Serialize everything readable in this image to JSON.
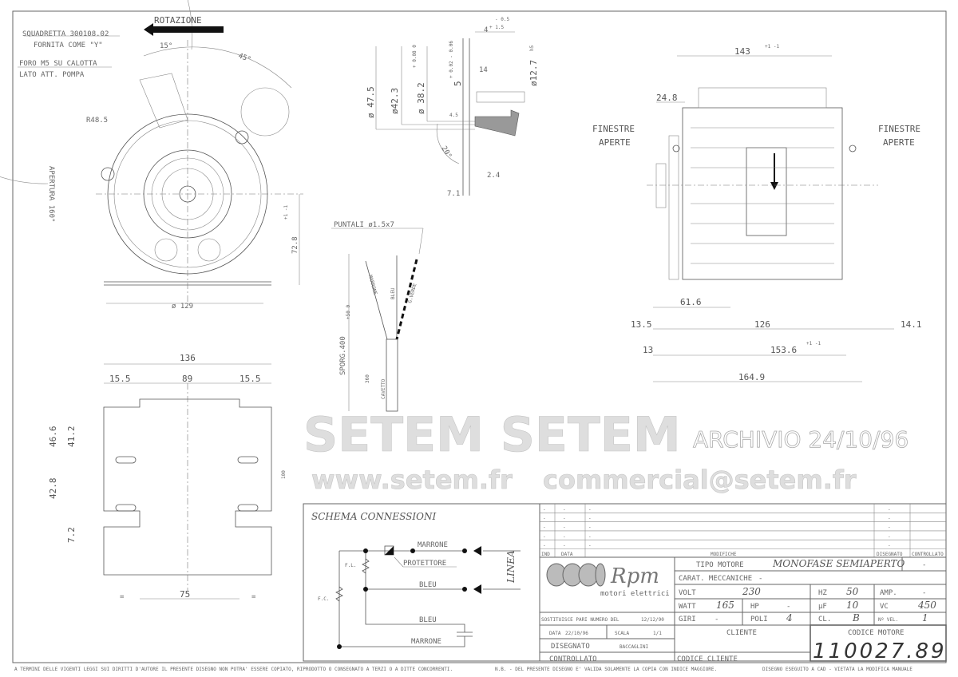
{
  "front_view": {
    "rotation": "ROTAZIONE",
    "bracket_line1": "SQUADRETTA 300108.02",
    "bracket_line2": "FORNITA COME \"Y\"",
    "hole_line1": "FORO M5 SU CALOTTA",
    "hole_line2": "LATO ATT. POMPA",
    "angle_15": "15°",
    "angle_45": "45°",
    "radius": "R48.5",
    "opening": "APERTURA 160°",
    "height": "72.8",
    "height_tol": "+1 -1",
    "diameter": "ø 129"
  },
  "section_view": {
    "tol_top": "- 0.5",
    "dim_4": "4",
    "tol_4": "+ 1.5",
    "d47": "ø 47.5",
    "d42": "ø42.3",
    "d38": "ø 38.2",
    "d38_tol": "+ 0.08  0",
    "d5": "5",
    "d5_tol": "+ 0.02  - 0.06",
    "d14": "14",
    "d12": "ø12.7",
    "d12_tol": "h5",
    "d45": "4.5",
    "angle": "20°",
    "d24": "2.4",
    "d71": "7.1"
  },
  "leads": {
    "tips": "PUNTALI ø1.5x7",
    "wire1": "MARRONE",
    "wire2": "BLEU",
    "wire3": "G.VERDE",
    "length": "SPORG.400",
    "length_tol": "+50 0",
    "sheath": "CAVETTO",
    "sheath_len": "360"
  },
  "side_view": {
    "overall": "143",
    "overall_tol": "+1 -1",
    "d248": "24.8",
    "windows_left_1": "FINESTRE",
    "windows_left_2": "APERTE",
    "windows_right_1": "FINESTRE",
    "windows_right_2": "APERTE",
    "d616": "61.6",
    "d135": "13.5",
    "d126": "126",
    "d141": "14.1",
    "d13": "13",
    "d1536": "153.6",
    "d1649": "164.9",
    "tol": "+1 -1"
  },
  "base_view": {
    "d136": "136",
    "d155a": "15.5",
    "d89": "89",
    "d155b": "15.5",
    "d466": "46.6",
    "d412": "41.2",
    "d428": "42.8",
    "d72": "7.2",
    "d100": "100",
    "eq1": "=",
    "eq2": "=",
    "d75": "75"
  },
  "connection_schema": {
    "title": "SCHEMA CONNESSIONI",
    "marrone_top": "MARRONE",
    "protector": "PROTETTORE",
    "bleu_mid": "BLEU",
    "bleu_low": "BLEU",
    "marrone_low": "MARRONE",
    "fl": "F.L.",
    "fc": "F.C.",
    "line": "LINEA"
  },
  "revisions": {
    "rows": [
      [
        "-",
        "-",
        "-",
        "-",
        ""
      ],
      [
        "-",
        "-",
        "-",
        "-",
        ""
      ],
      [
        "-",
        "-",
        "-",
        "-",
        ""
      ],
      [
        "-",
        "-",
        "-",
        "-",
        ""
      ],
      [
        "-",
        "-",
        "-",
        "-",
        ""
      ]
    ],
    "headers": [
      "IND",
      "DATA",
      "MODIFICHE",
      "DISEGNATO",
      "CONTROLLATO"
    ]
  },
  "title_block": {
    "logo_text": "Rpm",
    "logo_sub": "motori elettrici",
    "tipo_motore_label": "TIPO MOTORE",
    "tipo_motore": "MONOFASE SEMIAPERTO",
    "tipo_motore_extra": "-",
    "carat_label": "CARAT. MECCANICHE",
    "carat_value": "-",
    "volt_label": "VOLT",
    "volt": "230",
    "hz_label": "HZ",
    "hz": "50",
    "amp_label": "AMP.",
    "amp": "-",
    "watt_label": "WATT",
    "watt": "165",
    "hp_label": "HP",
    "hp": "-",
    "uf_label": "µF",
    "uf": "10",
    "vc_label": "VC",
    "vc": "450",
    "giri_label": "GIRI",
    "giri": "-",
    "poli_label": "POLI",
    "poli": "4",
    "cl_label": "CL.",
    "cl": "B",
    "nvel_label": "Nº VEL.",
    "nvel": "1",
    "sostituisce_label": "SOSTITUISCE PARI NUMERO DEL",
    "sostituisce": "12/12/90",
    "data_label": "DATA",
    "data": "22/10/96",
    "scala_label": "SCALA",
    "scala": "1/1",
    "disegnato_label": "DISEGNATO",
    "disegnato": "BACCAGLINI",
    "controllato_label": "CONTROLLATO",
    "cliente_label": "CLIENTE",
    "codice_cliente_label": "CODICE CLIENTE",
    "codice_motore_label": "CODICE MOTORE",
    "codice_motore": "110027.89"
  },
  "footer": {
    "copyright": "A TERMINI DELLE VIGENTI LEGGI SUI DIRITTI D'AUTORE IL PRESENTE DISEGNO NON POTRA' ESSERE COPIATO, RIPRODOTTO O CONSEGNATO A TERZI O A DITTE CONCORRENTI.",
    "note": "N.B. - DEL PRESENTE DISEGNO E' VALIDA SOLAMENTE LA COPIA CON INDICE MAGGIORE.",
    "cad": "DISEGNO ESEGUITO A CAD - VIETATA LA MODIFICA MANUALE"
  },
  "watermark": {
    "url": "www.setem.fr",
    "brand": "SETEM SETEM",
    "email": "commercial@setem.fr",
    "stamp": "ARCHIVIO 24/10/96"
  }
}
